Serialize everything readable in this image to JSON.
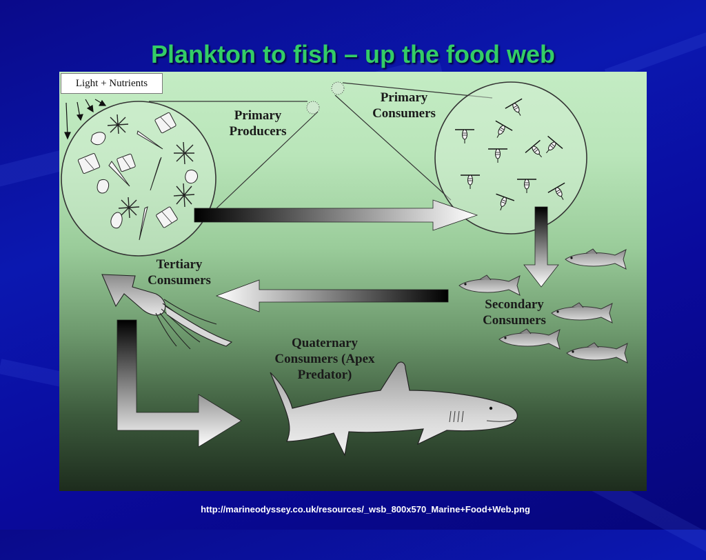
{
  "slide": {
    "title": "Plankton to fish – up the food web",
    "source_url": "http://marineodyssey.co.uk/resources/_wsb_800x570_Marine+Food+Web.png"
  },
  "diagram": {
    "light_label": "Light + Nutrients",
    "primary_producers": "Primary\nProducers",
    "primary_consumers": "Primary\nConsumers",
    "secondary_consumers": "Secondary\nConsumers",
    "tertiary_consumers": "Tertiary\nConsumers",
    "quaternary_consumers": "Quaternary\nConsumers (Apex\nPredator)"
  },
  "colors": {
    "background": "#0a0a9c",
    "title": "#33cc66",
    "url_text": "#ffffff"
  }
}
